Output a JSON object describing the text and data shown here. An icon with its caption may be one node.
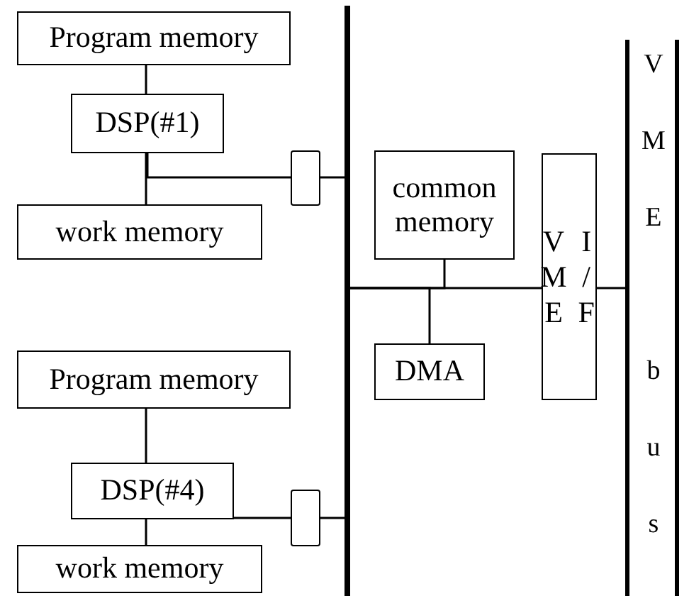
{
  "diagram": {
    "nodes": [
      {
        "text": [
          "Program memory"
        ]
      },
      {
        "text": [
          "DSP(#1)"
        ]
      },
      {
        "text": [
          "work memory"
        ]
      },
      {
        "text": [],
        "shape": "box"
      },
      {
        "text": [
          "Program memory"
        ]
      },
      {
        "text": [
          "DSP(#4)"
        ]
      },
      {
        "text": [
          "work memory"
        ]
      },
      {
        "text": [],
        "shape": "box"
      },
      {
        "text": [],
        "shape": "bar"
      },
      {
        "text": [
          "common memory"
        ]
      },
      {
        "text": [
          "DMA"
        ]
      },
      {
        "text": [
          "VME I/F"
        ]
      },
      {
        "text": [
          "VME bus"
        ]
      }
    ],
    "edges": [
      {
        "from": 0,
        "to": 1,
        "arrow": "none"
      },
      {
        "from": 1,
        "to": 2,
        "arrow": "none"
      },
      {
        "from": 1,
        "to": 3,
        "arrow": "none"
      },
      {
        "from": 3,
        "to": 8,
        "arrow": "none"
      },
      {
        "from": 4,
        "to": 5,
        "arrow": "none"
      },
      {
        "from": 5,
        "to": 6,
        "arrow": "none"
      },
      {
        "from": 5,
        "to": 7,
        "arrow": "none"
      },
      {
        "from": 7,
        "to": 8,
        "arrow": "none"
      },
      {
        "from": 9,
        "to": 8,
        "arrow": "none"
      },
      {
        "from": 10,
        "to": 8,
        "arrow": "none"
      },
      {
        "from": 8,
        "to": 11,
        "arrow": "none"
      },
      {
        "from": 11,
        "to": 12,
        "arrow": "none"
      }
    ]
  }
}
